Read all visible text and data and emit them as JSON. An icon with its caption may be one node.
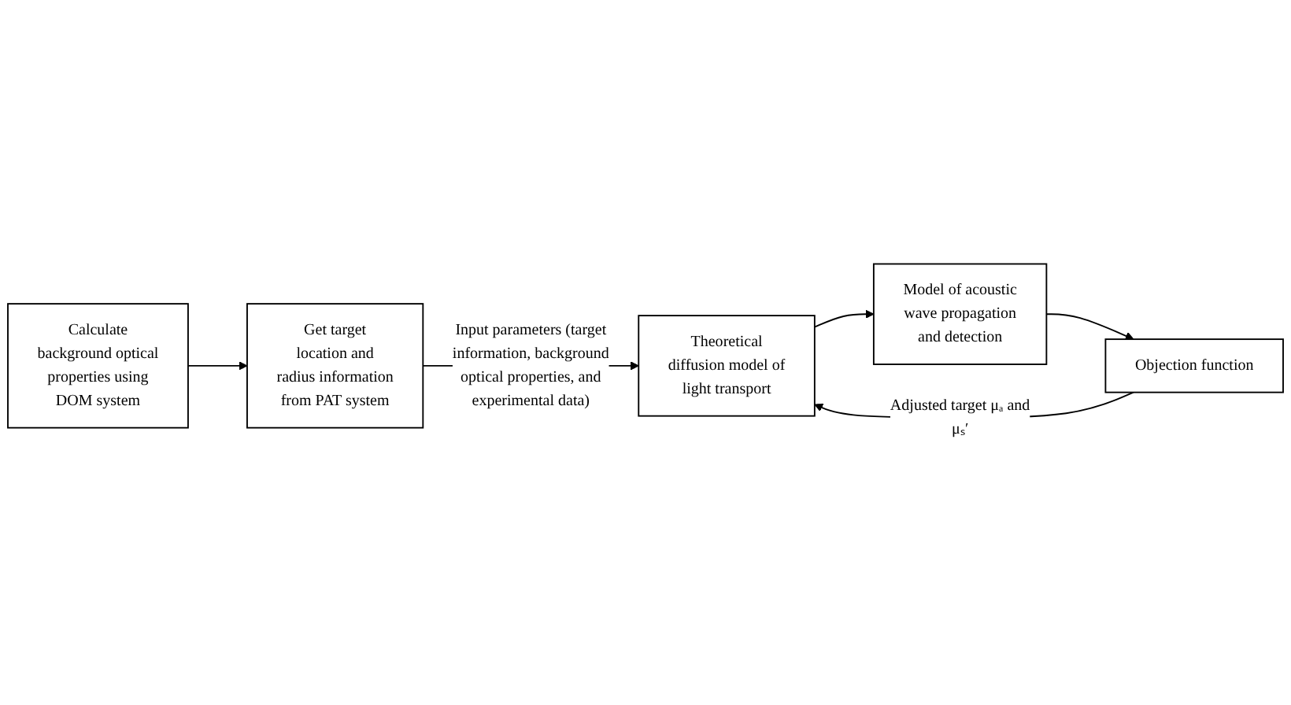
{
  "diagram": {
    "nodes": [
      {
        "text": [
          "Calculate background optical properties using DOM system"
        ]
      },
      {
        "text": [
          "Get target location and radius information from PAT system"
        ]
      },
      {
        "text": [
          "Theoretical diffusion model of light transport"
        ]
      },
      {
        "text": [
          "Model of acoustic wave propagation and detection"
        ]
      },
      {
        "text": [
          "Objection function"
        ]
      }
    ],
    "edges": [
      {
        "from": 0,
        "to": 1,
        "arrow": "to"
      },
      {
        "from": 1,
        "to": 2,
        "arrow": "to",
        "label": "Input parameters (target information, background optical properties, and experimental data)"
      },
      {
        "from": 2,
        "to": 3,
        "arrow": "to"
      },
      {
        "from": 3,
        "to": 4,
        "arrow": "to"
      },
      {
        "from": 4,
        "to": 2,
        "arrow": "to",
        "label": "Adjusted target μₐ and μₛ′"
      }
    ]
  }
}
